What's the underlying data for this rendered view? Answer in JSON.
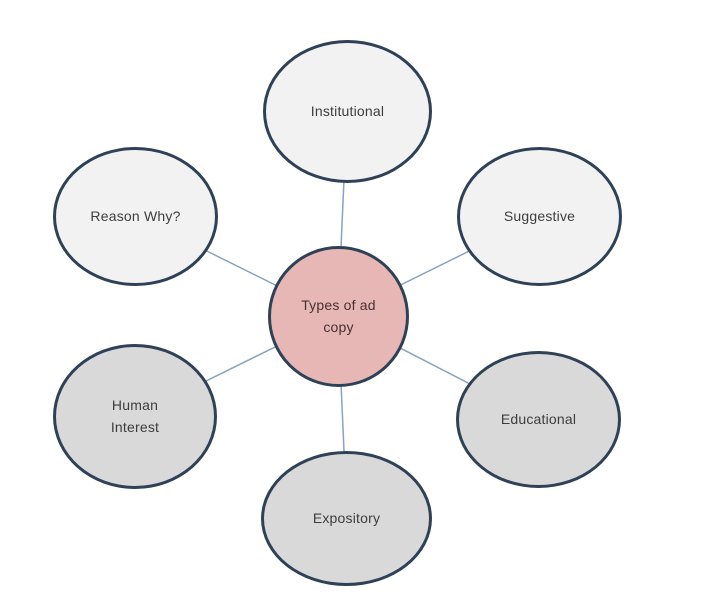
{
  "diagram": {
    "type": "hub-and-spoke",
    "center": {
      "id": "types-of-ad-copy",
      "label": "Types of ad copy",
      "fill": "#e7b7b5"
    },
    "nodes": [
      {
        "id": "institutional",
        "label": "Institutional",
        "fill": "#f2f2f2",
        "position": "top"
      },
      {
        "id": "suggestive",
        "label": "Suggestive",
        "fill": "#f2f2f2",
        "position": "upper-right"
      },
      {
        "id": "educational",
        "label": "Educational",
        "fill": "#d9d9d9",
        "position": "lower-right"
      },
      {
        "id": "expository",
        "label": "Expository",
        "fill": "#d9d9d9",
        "position": "bottom"
      },
      {
        "id": "human-interest",
        "label": "Human Interest",
        "fill": "#d9d9d9",
        "position": "lower-left"
      },
      {
        "id": "reason-why",
        "label": "Reason Why?",
        "fill": "#f2f2f2",
        "position": "upper-left"
      }
    ],
    "colors": {
      "border": "#2e4156",
      "connector": "#8aa2c2",
      "text": "#3d3d3d",
      "background": "#ffffff"
    }
  }
}
